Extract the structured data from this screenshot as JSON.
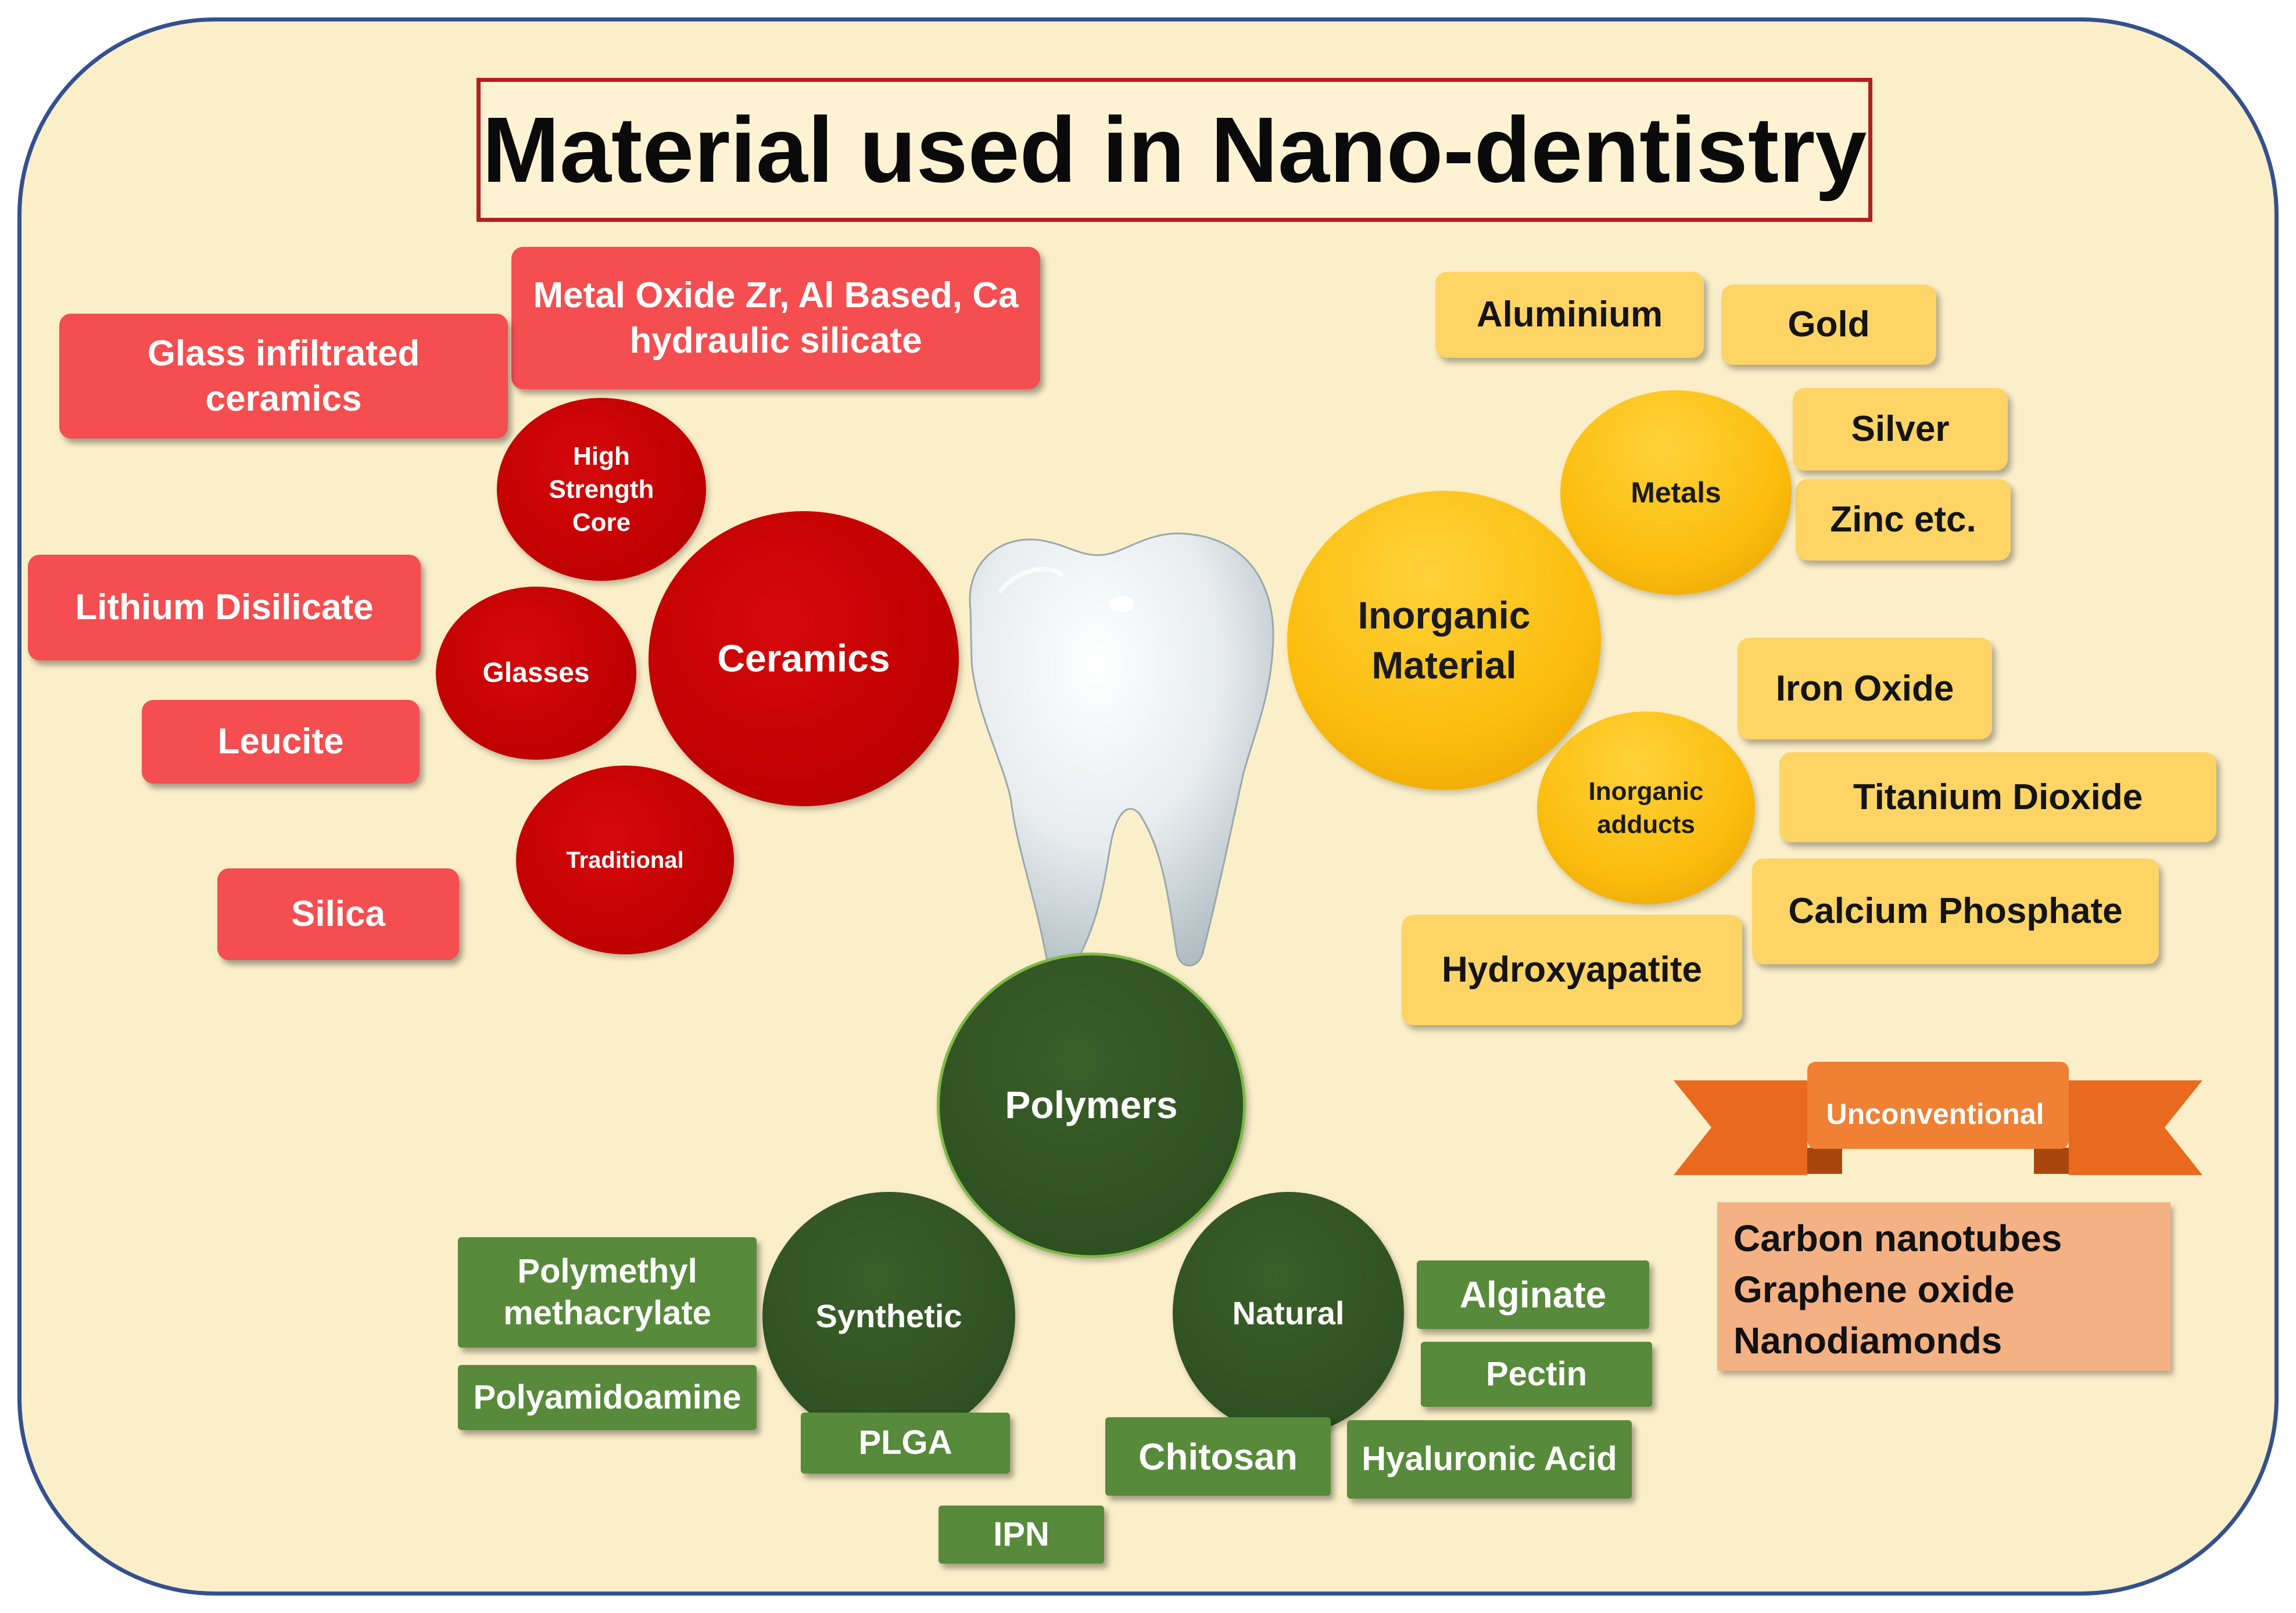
{
  "title": "Material used in Nano-dentistry",
  "ceramics": {
    "hub": "Ceramics",
    "subs": {
      "high_strength": "High Strength Core",
      "glasses": "Glasses",
      "traditional": "Traditional"
    },
    "items": {
      "metal_oxide": "Metal Oxide Zr, Al Based, Ca hydraulic silicate",
      "glass_infiltrated": "Glass infiltrated ceramics",
      "lithium": "Lithium Disilicate",
      "leucite": "Leucite",
      "silica": "Silica"
    }
  },
  "inorganic": {
    "hub": "Inorganic Material",
    "subs": {
      "metals": "Metals",
      "adducts": "Inorganic adducts"
    },
    "metals": {
      "aluminium": "Aluminium",
      "gold": "Gold",
      "silver": "Silver",
      "zinc": "Zinc etc."
    },
    "adducts": {
      "iron_oxide": "Iron Oxide",
      "titanium": "Titanium Dioxide",
      "calcium": "Calcium Phosphate",
      "hydroxyapatite": "Hydroxyapatite"
    }
  },
  "polymers": {
    "hub": "Polymers",
    "subs": {
      "synthetic": "Synthetic",
      "natural": "Natural"
    },
    "synthetic": {
      "pmma": "Polymethyl methacrylate",
      "pamam": "Polyamidoamine",
      "plga": "PLGA",
      "ipn": "IPN"
    },
    "natural": {
      "alginate": "Alginate",
      "pectin": "Pectin",
      "chitosan": "Chitosan",
      "hyaluronic": "Hyaluronic Acid"
    }
  },
  "unconventional": {
    "label": "Unconventional",
    "items": [
      "Carbon nanotubes",
      "Graphene oxide",
      "Nanodiamonds"
    ]
  },
  "colors": {
    "background": "#fbefc9",
    "border": "#34508e",
    "ceramics": "#c00000",
    "ceramic_items": "#f44e50",
    "inorganic": "#fbbd0d",
    "inorganic_items": "#fed465",
    "polymers": "#2f5121",
    "polymer_items": "#578a3a",
    "unconventional_ribbon": "#ee7a30",
    "unconventional_list": "#f4b183"
  },
  "icons": {
    "center": "tooth-icon"
  }
}
